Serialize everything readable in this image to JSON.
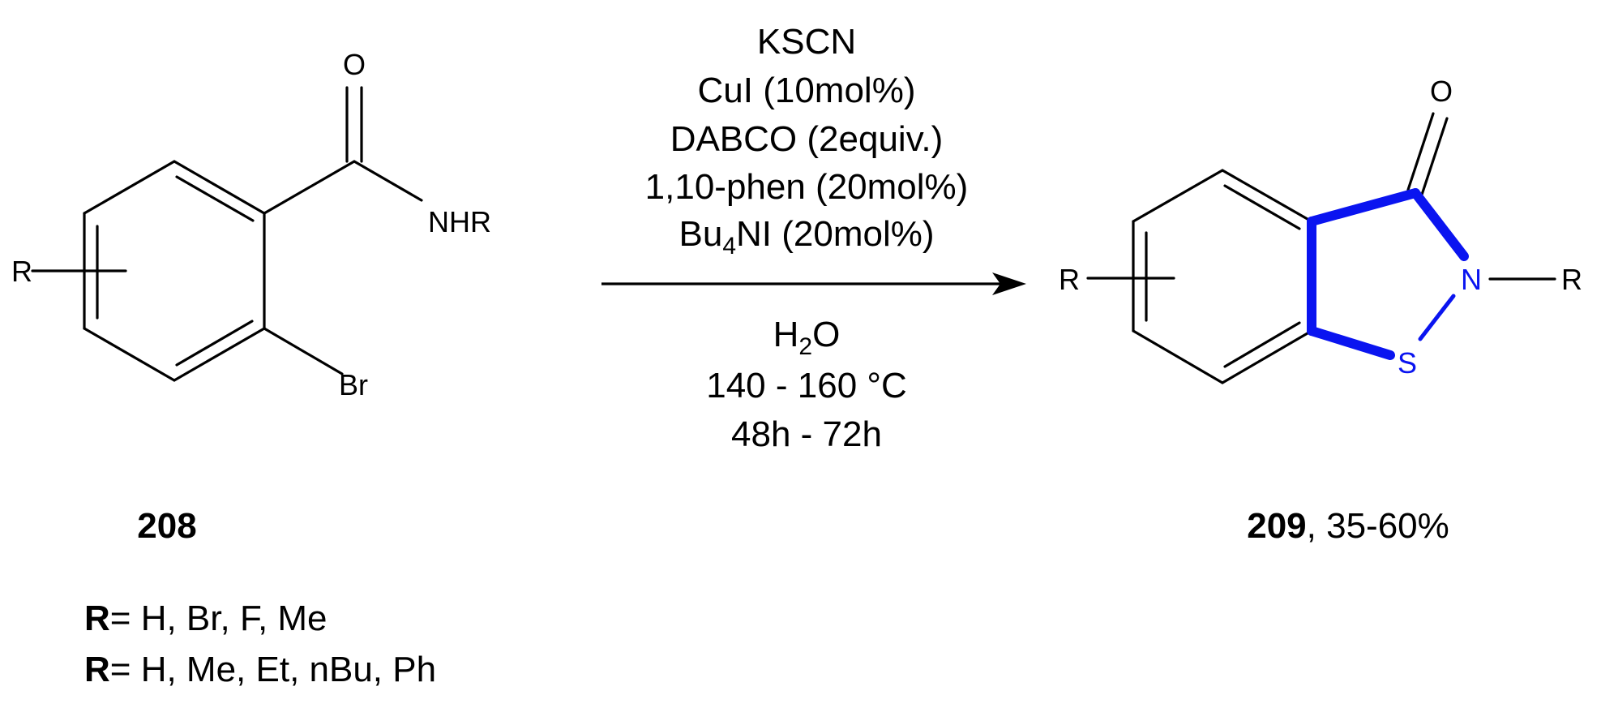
{
  "reactant": {
    "o_label": "O",
    "nhr_label": "NHR",
    "br_label": "Br",
    "r_label": "R",
    "compound_number": "208"
  },
  "product": {
    "o_label": "O",
    "n_label": "N",
    "s_label": "S",
    "r_left_label": "R",
    "r_right_label": "R",
    "compound_number": "209",
    "yield_text": ", 35-60%"
  },
  "conditions": {
    "above": [
      "KSCN",
      "CuI (10mol%)",
      "DABCO (2equiv.)",
      "1,10-phen (20mol%)"
    ],
    "bu4ni": {
      "prefix": "Bu",
      "subscript": "4",
      "suffix": "NI (20mol%)"
    },
    "water": {
      "prefix": "H",
      "subscript": "2",
      "suffix": "O"
    },
    "below": [
      "140 - 160 °C",
      "48h - 72h"
    ]
  },
  "substituents": [
    {
      "bold": "R",
      "rest": "= H, Br, F,  Me"
    },
    {
      "bold": "R",
      "rest": "= H, Me, Et, nBu, Ph"
    }
  ],
  "colors": {
    "ink": "#000000",
    "highlight": "#0a14f0"
  }
}
